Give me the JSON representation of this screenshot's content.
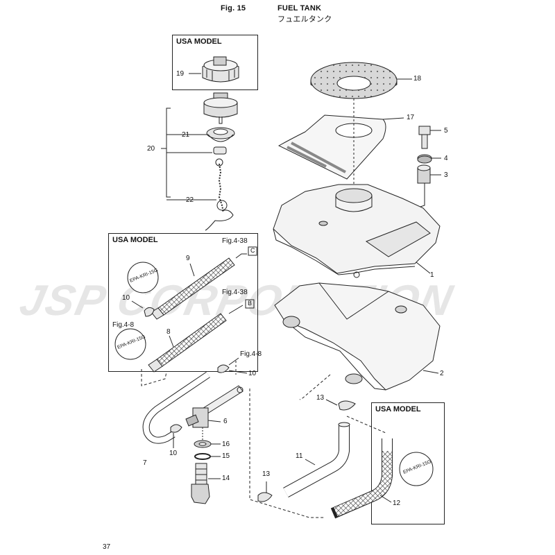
{
  "header": {
    "fig_label": "Fig. 15",
    "title_en": "FUEL TANK",
    "title_ja": "フュエルタンク"
  },
  "watermark": "JSP CORPORATION",
  "boxes": {
    "top_left_title": "USA MODEL",
    "left_mid_title": "USA MODEL",
    "bottom_right_title": "USA MODEL"
  },
  "callouts": {
    "n1": "1",
    "n2": "2",
    "n3": "3",
    "n4": "4",
    "n5": "5",
    "n6": "6",
    "n7": "7",
    "n8": "8",
    "n9": "9",
    "n10a": "10",
    "n10b": "10",
    "n10c": "10",
    "n11": "11",
    "n12": "12",
    "n13a": "13",
    "n13b": "13",
    "n14": "14",
    "n15": "15",
    "n16": "16",
    "n17": "17",
    "n18": "18",
    "n19": "19",
    "n20": "20",
    "n21": "21",
    "n22": "22"
  },
  "refs": {
    "fig438c": "Fig.4-38",
    "fig438b": "Fig.4-38",
    "fig48a": "Fig.4-8",
    "fig48b": "Fig.4-8",
    "letter_c": "C",
    "letter_b": "B"
  },
  "epa_labels": [
    "EPA-KRI-15G",
    "EPA-KRI-15G",
    "EPA-KRI-15G"
  ],
  "page_number": "37"
}
